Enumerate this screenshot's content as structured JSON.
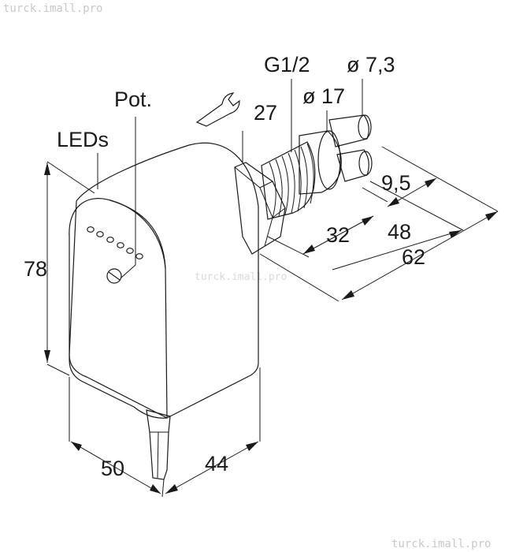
{
  "watermark": {
    "top_left": "turck.imall.pro",
    "center": "turck.imall.pro",
    "bottom_right": "turck.imall.pro"
  },
  "labels": {
    "g_thread": "G1/2",
    "dia_cable": "ø 7,3",
    "dia_body": "ø 17",
    "wrench_size": "27",
    "pot": "Pot.",
    "leds": "LEDs"
  },
  "dimensions": {
    "height": "78",
    "width_front": "50",
    "width_side": "44",
    "d_9_5": "9,5",
    "d_32": "32",
    "d_48": "48",
    "d_62": "62"
  },
  "colors": {
    "housing": "#f5c71a",
    "housing_dark": "#e2b312",
    "metal_light": "#e6e6e6",
    "metal_mid": "#bdbdbd",
    "metal_dark": "#8c8c8c",
    "outline": "#1a1a1a"
  }
}
